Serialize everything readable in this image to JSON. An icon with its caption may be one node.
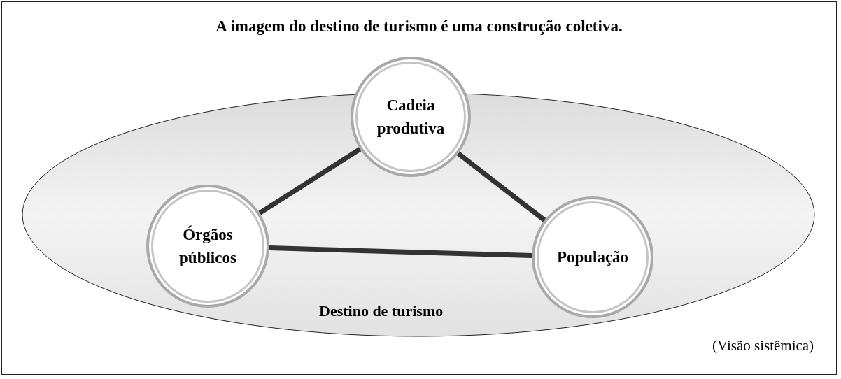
{
  "diagram": {
    "title": "A imagem do destino de turismo é uma construção coletiva.",
    "nodes": [
      {
        "text": [
          "Destino de turismo"
        ]
      },
      {
        "text": [
          "Cadeia produtiva"
        ]
      },
      {
        "text": [
          "Órgãos públicos"
        ],
        "in": 0
      },
      {
        "text": [
          "População"
        ],
        "in": 0
      }
    ],
    "edges": [
      {
        "from": 2,
        "to": 1,
        "arrow": "none"
      },
      {
        "from": 1,
        "to": 3,
        "arrow": "none"
      },
      {
        "from": 2,
        "to": 3,
        "arrow": "none"
      }
    ],
    "labels": [
      "(Visão sistêmica)"
    ]
  }
}
